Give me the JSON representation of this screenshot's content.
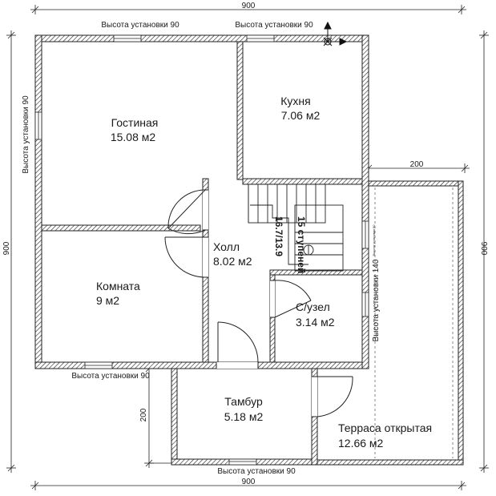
{
  "dimensions": {
    "top": "900",
    "bottom": "900",
    "left": "900",
    "right": "900",
    "terrace_width": "200",
    "tambur_depth": "200"
  },
  "windows": {
    "top_left": "Высота установки 90",
    "top_right": "Высота установки 90",
    "left": "Высота установки 90",
    "bottom_left": "Высота установки 90",
    "bottom_center": "Высота установки 90",
    "right": "Высота установки 140",
    "right_small": "Высота установки 90"
  },
  "rooms": {
    "living": {
      "name": "Гостиная",
      "area": "15.08 м2"
    },
    "kitchen": {
      "name": "Кухня",
      "area": "7.06 м2"
    },
    "hall": {
      "name": "Холл",
      "area": "8.02 м2"
    },
    "room": {
      "name": "Комната",
      "area": "9 м2"
    },
    "bathroom": {
      "name": "С/узел",
      "area": "3.14 м2"
    },
    "tambur": {
      "name": "Тамбур",
      "area": "5.18 м2"
    },
    "terrace": {
      "name": "Терраса открытая",
      "area": "12.66 м2"
    }
  },
  "stairs": {
    "steps": "15 ступеней",
    "size": "16.7/13.9"
  }
}
